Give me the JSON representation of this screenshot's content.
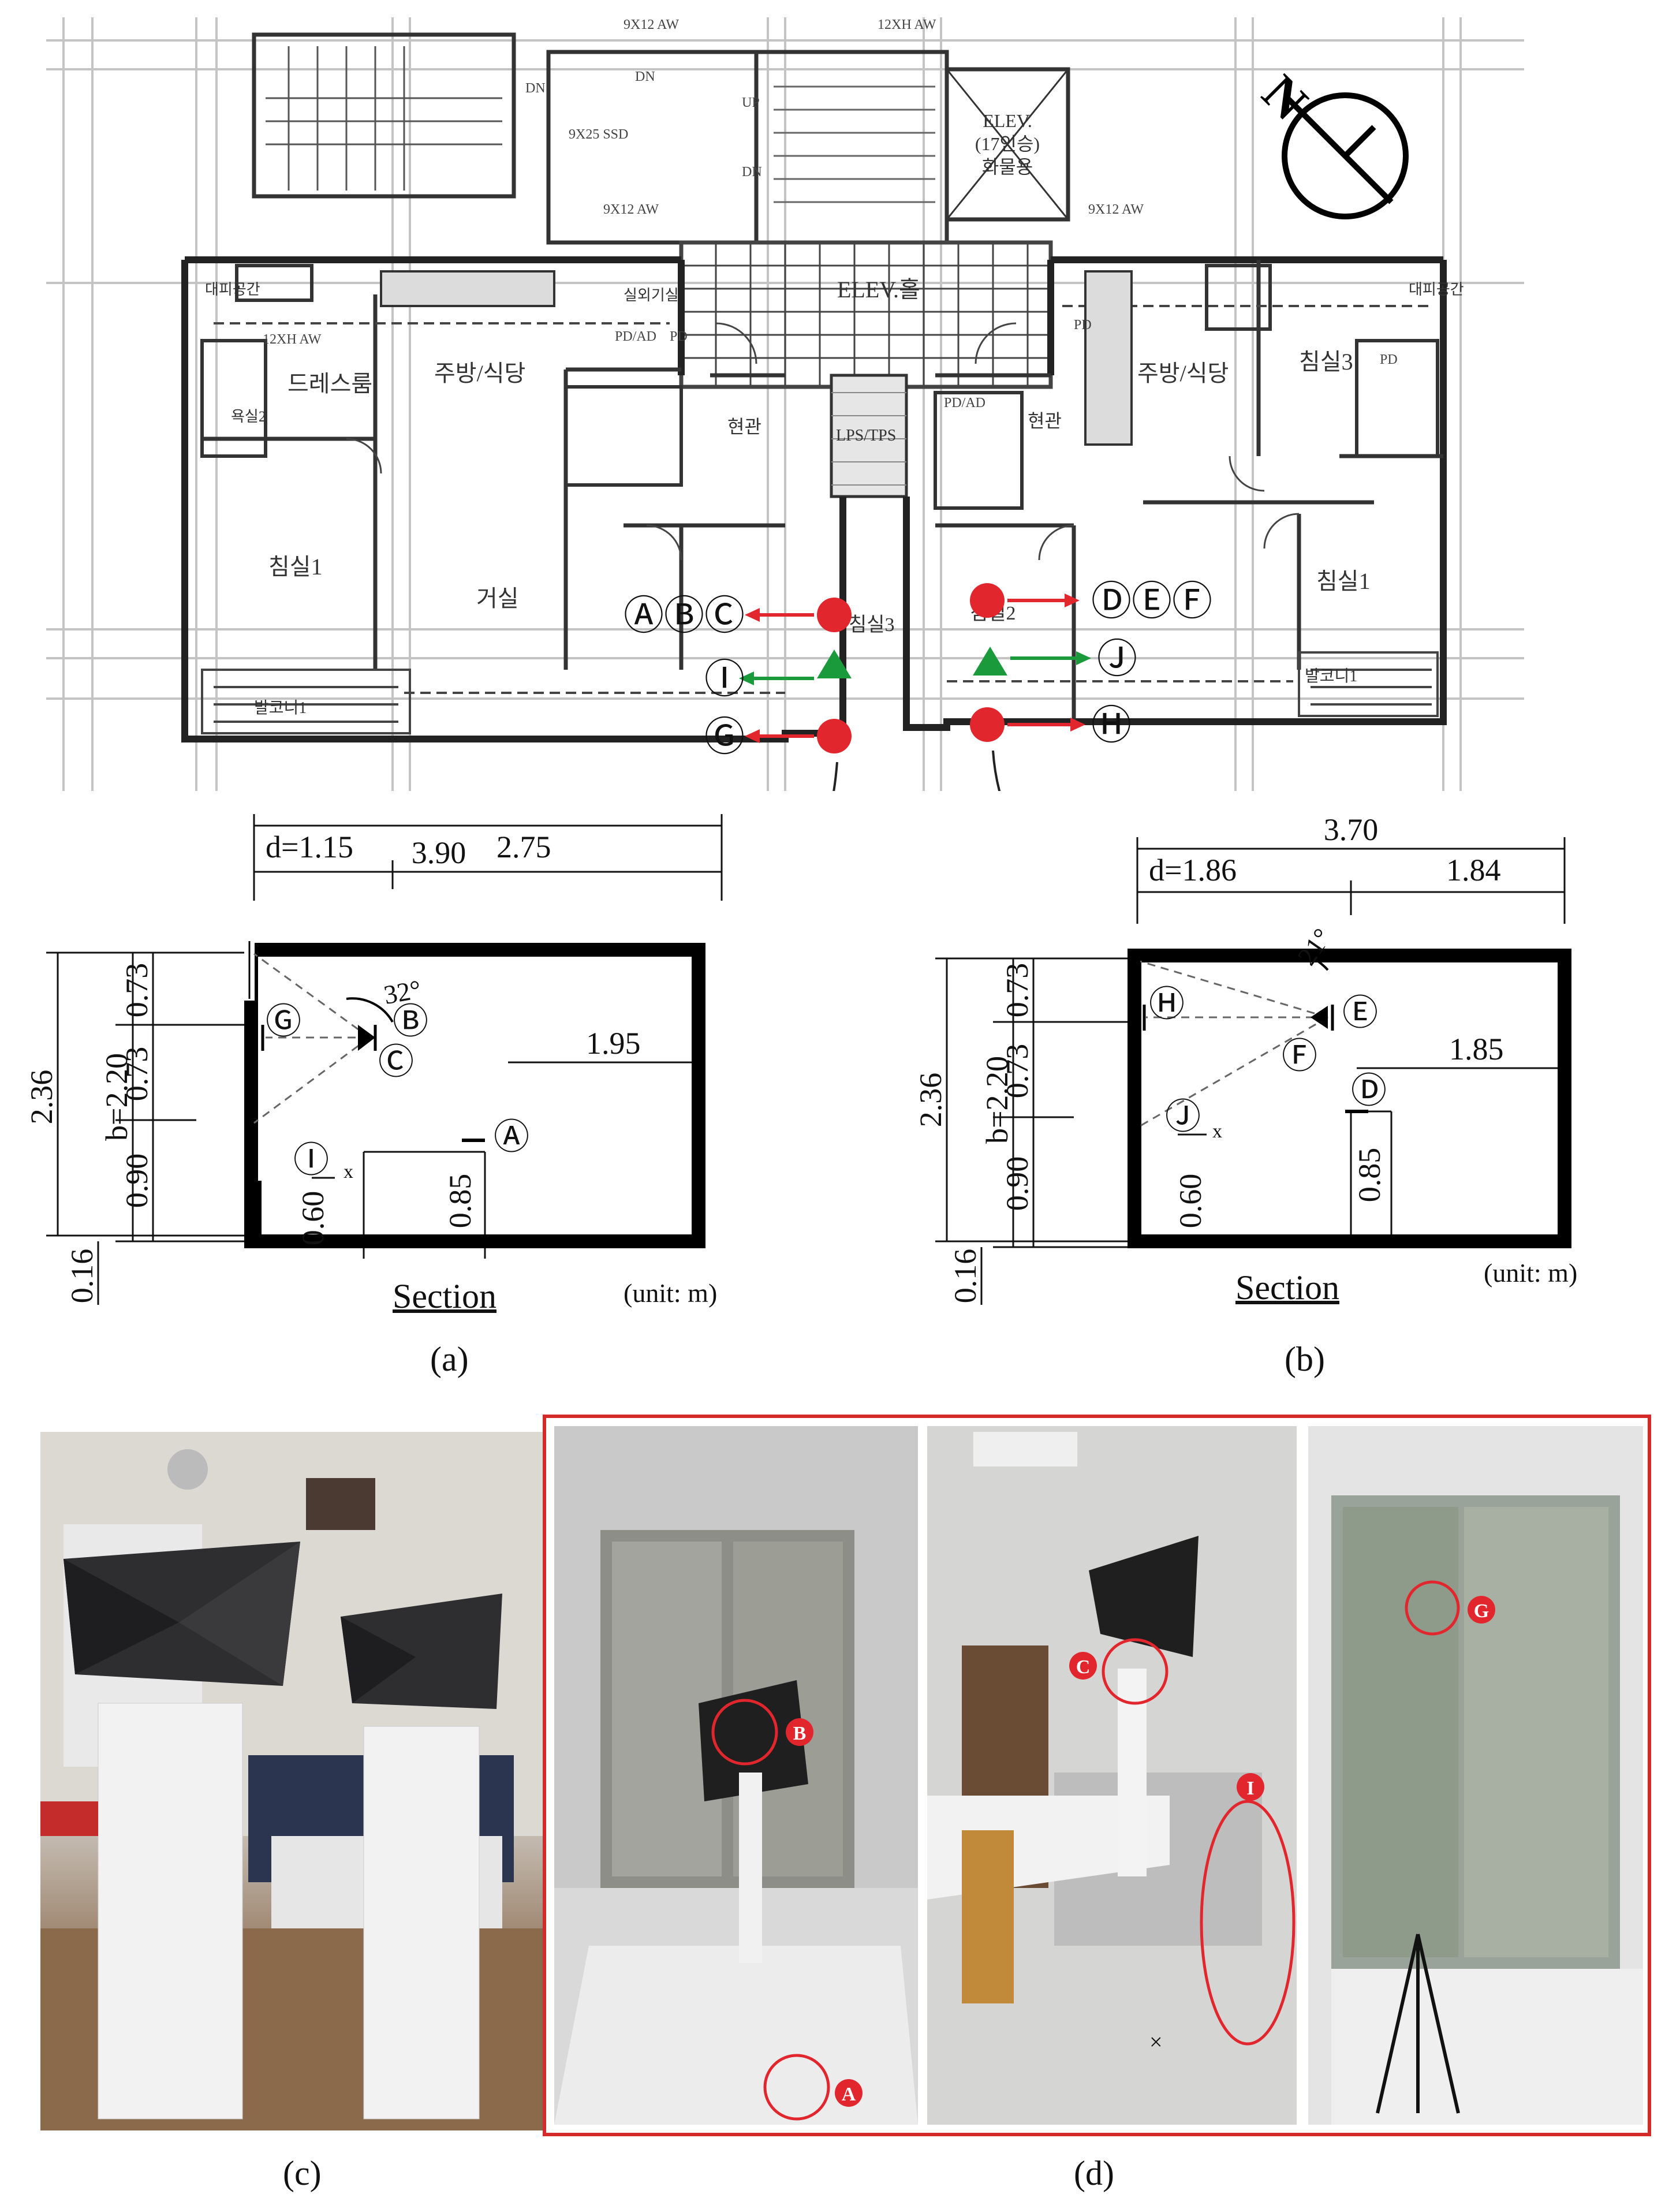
{
  "floor_plan": {
    "room_labels": [
      "드레스룸",
      "주방/식당",
      "침실1",
      "거실",
      "침실3",
      "침실2",
      "주방/식당",
      "침실3",
      "침실1",
      "ELEV.홀",
      "현관",
      "현관",
      "LPS/TPS",
      "욕실2",
      "대피공간",
      "대피공간",
      "발코니1",
      "발코니1",
      "실외기실"
    ],
    "elevator_label": [
      "ELEV.",
      "(17인승)",
      "화물용"
    ],
    "misc_labels": [
      "DN",
      "UP",
      "DN",
      "DN",
      "9X25 SSD",
      "9X12 AW",
      "9X12 AW",
      "9X12 AW",
      "12XH AW",
      "12XH AW",
      "PD/AD",
      "PD/AD",
      "PD",
      "PD",
      "PD"
    ],
    "north_label": "N",
    "markers": {
      "left": [
        {
          "label": "ⒶⒷⒸ",
          "type": "red-dot"
        },
        {
          "label": "Ⓘ",
          "type": "green-triangle"
        },
        {
          "label": "Ⓖ",
          "type": "red-dot"
        }
      ],
      "right": [
        {
          "label": "ⒹⒺⒻ",
          "type": "red-dot"
        },
        {
          "label": "Ⓙ",
          "type": "green-triangle"
        },
        {
          "label": "Ⓗ",
          "type": "red-dot"
        }
      ]
    }
  },
  "section_a": {
    "width": "3.90",
    "d": "d=1.15",
    "rest": "2.75",
    "height": "2.36",
    "b": "b=2.20",
    "v1": "0.73",
    "v2": "0.73",
    "v3": "0.90",
    "bottom": "0.16",
    "stand": "0.85",
    "mic_h": "0.60",
    "dist": "1.95",
    "angle": "32°",
    "points": [
      "Ⓖ",
      "Ⓑ",
      "Ⓒ",
      "Ⓐ",
      "Ⓘ"
    ],
    "x_mark": "x",
    "unit": "(unit: m)",
    "title": "Section"
  },
  "section_b": {
    "width": "3.70",
    "d": "d=1.86",
    "rest": "1.84",
    "height": "2.36",
    "b": "b=2.20",
    "v1": "0.73",
    "v2": "0.73",
    "v3": "0.90",
    "bottom": "0.16",
    "stand": "0.85",
    "mic_h": "0.60",
    "dist": "1.85",
    "angle": "21°",
    "points": [
      "Ⓗ",
      "Ⓔ",
      "Ⓕ",
      "Ⓓ",
      "Ⓙ"
    ],
    "x_mark": "x",
    "unit": "(unit: m)",
    "title": "Section"
  },
  "captions": {
    "a": "(a)",
    "b": "(b)",
    "c": "(c)",
    "d": "(d)"
  },
  "photo_labels": {
    "p1": "B",
    "p1b": "A",
    "p2": "C",
    "p2b": "I",
    "p3": "G",
    "x_mark": "×"
  },
  "colors": {
    "red": "#e2262d",
    "green": "#1a9a3a",
    "black": "#111111",
    "grid": "#b9b9b9"
  }
}
